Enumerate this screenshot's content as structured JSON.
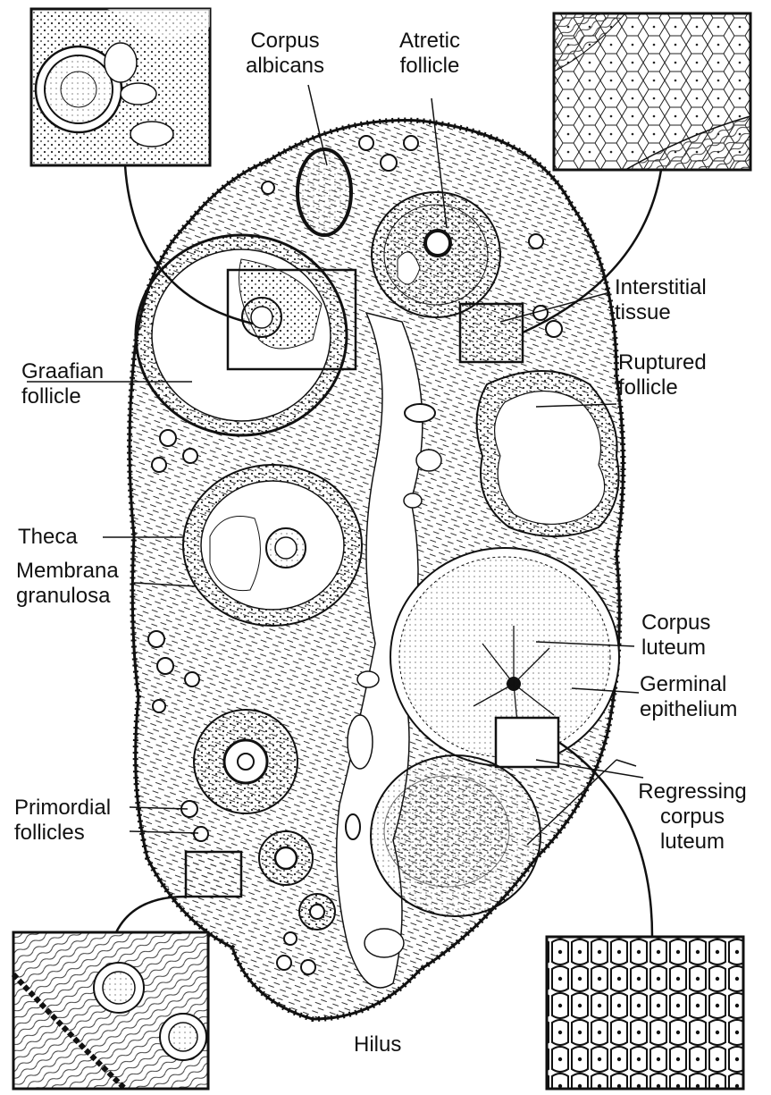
{
  "labels": {
    "corpus_albicans": [
      "Corpus",
      "albicans"
    ],
    "atretic_follicle": [
      "Atretic",
      "follicle"
    ],
    "interstitial_tissue": [
      "Interstitial",
      "tissue"
    ],
    "ruptured_follicle": [
      "Ruptured",
      "follicle"
    ],
    "graafian_follicle": [
      "Graafian",
      "follicle"
    ],
    "theca": "Theca",
    "membrana_granulosa": [
      "Membrana",
      "granulosa"
    ],
    "corpus_luteum": [
      "Corpus",
      "luteum"
    ],
    "germinal_epithelium": [
      "Germinal",
      "epithelium"
    ],
    "regressing_corpus_luteum": [
      "Regressing",
      "corpus",
      "luteum"
    ],
    "primordial_follicles": [
      "Primordial",
      "follicles"
    ],
    "hilus": "Hilus"
  },
  "colors": {
    "ink": "#111111",
    "paper": "#ffffff",
    "stipple": "#2a2a2a"
  }
}
